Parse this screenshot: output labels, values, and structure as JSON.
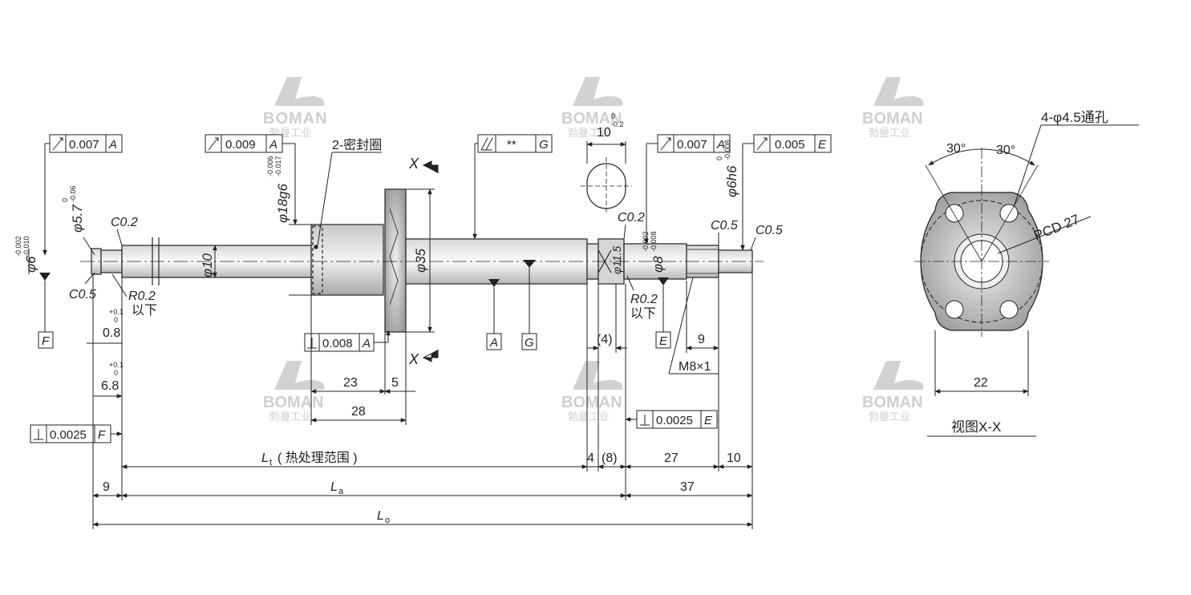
{
  "watermark": {
    "brand": "BOMAN",
    "subtitle": "勃曼工业"
  },
  "tolerance_frames": [
    {
      "id": "shaft-left-runout",
      "symbol": "runout",
      "value": "0.007",
      "datum": "A"
    },
    {
      "id": "journal-runout",
      "symbol": "runout",
      "value": "0.009",
      "datum": "A"
    },
    {
      "id": "screw-total-runout",
      "symbol": "total-runout",
      "value": "**",
      "datum": "G"
    },
    {
      "id": "support-runout",
      "symbol": "runout",
      "value": "0.007",
      "datum": "A"
    },
    {
      "id": "end-runout",
      "symbol": "runout",
      "value": "0.005",
      "datum": "E"
    },
    {
      "id": "flange-perp",
      "symbol": "perpendicularity",
      "value": "0.008",
      "datum": "A"
    },
    {
      "id": "shoulder-perp-left",
      "symbol": "perpendicularity",
      "value": "0.0025",
      "datum": "F"
    },
    {
      "id": "shoulder-perp-right",
      "symbol": "perpendicularity",
      "value": "0.0025",
      "datum": "E"
    }
  ],
  "datums": [
    "F",
    "A",
    "G",
    "E"
  ],
  "labels": {
    "seal": "2-密封圈",
    "x_mark_top": "X",
    "x_mark_bottom": "X",
    "undercut_left_r": "R0.2",
    "undercut_left_below": "以下",
    "undercut_right_r": "R0.2",
    "undercut_right_below": "以下",
    "thread": "M8×1",
    "hole_note": "4-φ4.5通孔",
    "view_caption": "视图X-X",
    "pcd": "PCD 27"
  },
  "chamfers": [
    "C0.2",
    "C0.5",
    "C0.2",
    "C0.5",
    "C0.5"
  ],
  "diameters": {
    "d6": {
      "base": "φ6",
      "upper": "-0.002",
      "lower": "-0.010"
    },
    "d5_7": {
      "base": "φ5.7",
      "upper": "0",
      "lower": "-0.06"
    },
    "d10": "φ10",
    "d18": {
      "base": "φ18g6",
      "upper": "-0.006",
      "lower": "-0.017"
    },
    "d35": "φ35",
    "d11_5": "φ11.5",
    "d8": {
      "base": "φ8",
      "upper": "-0.002",
      "lower": "-0.008"
    },
    "d6h6": {
      "base": "φ6h6",
      "upper": "0",
      "lower": "-0.008"
    }
  },
  "dimensions": {
    "groove_width": {
      "value": "0.8",
      "upper": "+0.1",
      "lower": "0"
    },
    "groove_pos": {
      "value": "6.8",
      "upper": "+0.1",
      "lower": "0"
    },
    "slot_width": {
      "value": "10",
      "upper": "0",
      "lower": "-0.2"
    },
    "bracket_4": "(4)",
    "d23": "23",
    "d5": "5",
    "d28": "28",
    "d9_thread": "9",
    "d22": "22",
    "d4": "4",
    "d8_par": "(8)",
    "d27": "27",
    "d10_end": "10",
    "d9_left": "9",
    "d37": "37",
    "lt_label": "L",
    "lt_sub": "t",
    "lt_note": "( 热处理范围 )",
    "la_label": "L",
    "la_sub": "a",
    "lo_label": "L",
    "lo_sub": "o",
    "angle1": "30°",
    "angle2": "30°"
  }
}
